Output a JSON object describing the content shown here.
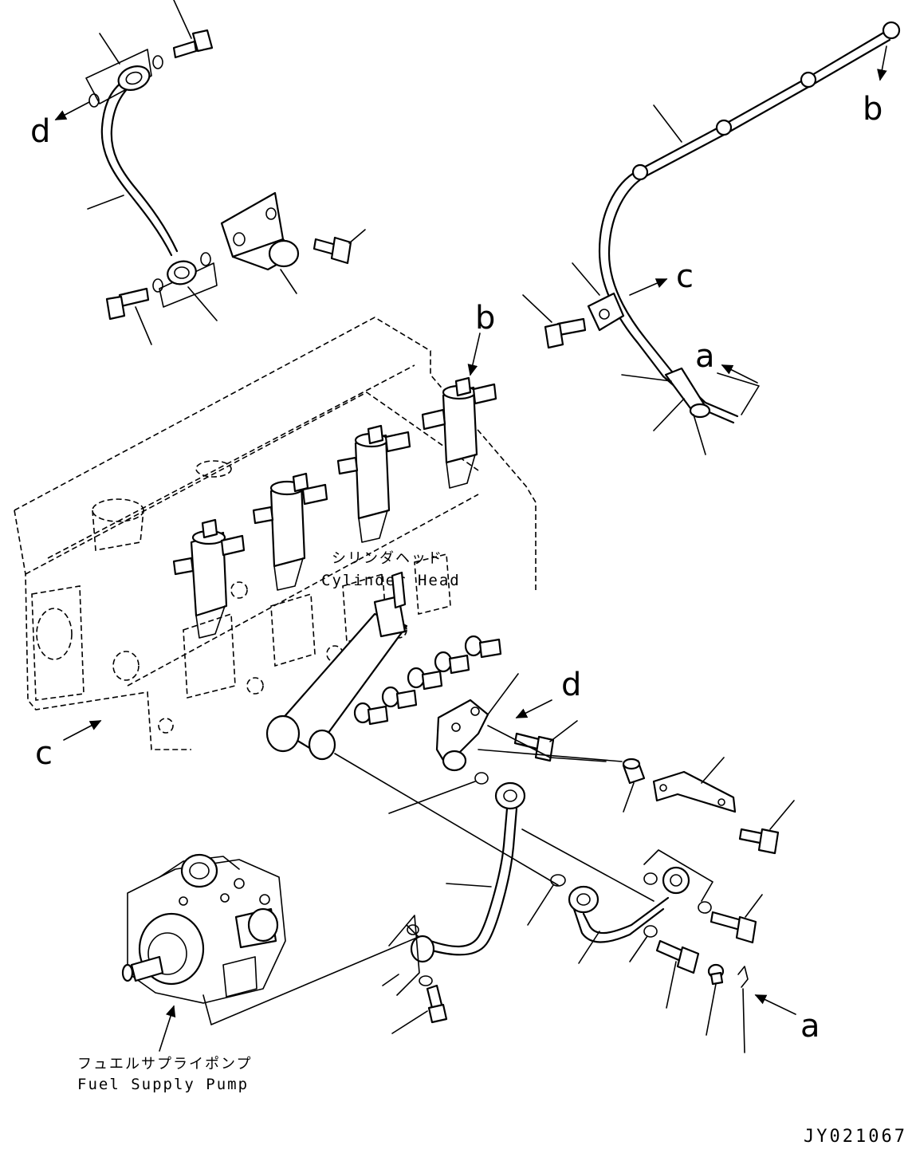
{
  "callouts": {
    "d_top": "d",
    "d_bottom": "d",
    "b_right": "b",
    "b_center": "b",
    "c_right": "c",
    "c_left": "c",
    "a_right": "a",
    "a_bottom": "a"
  },
  "labels": {
    "cylinder_head_jp": "シリンダヘッド",
    "cylinder_head_en": "Cylinder Head",
    "fuel_pump_jp": "フュエルサプライポンプ",
    "fuel_pump_en": "Fuel Supply Pump"
  },
  "drawing_code": "JY021067"
}
